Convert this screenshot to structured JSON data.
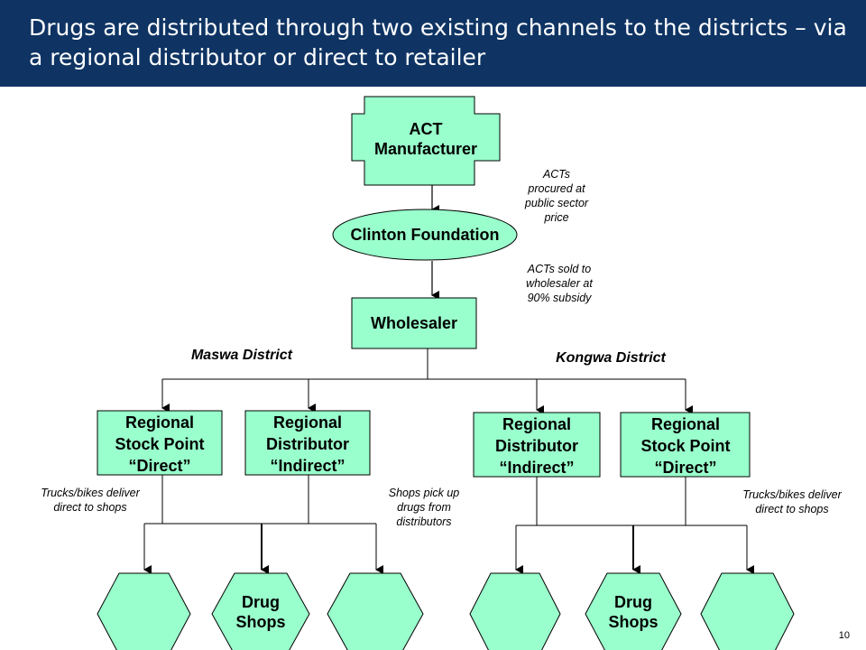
{
  "title": "Drugs are distributed through two existing channels to the districts – via a regional distributor or direct to retailer",
  "nodes": {
    "manufacturer": "ACT\nManufacturer",
    "clinton": "Clinton Foundation",
    "wholesaler": "Wholesaler",
    "maswa_stock": "Regional\nStock Point\n“Direct”",
    "maswa_dist": "Regional\nDistributor\n“Indirect”",
    "kongwa_dist": "Regional\nDistributor\n“Indirect”",
    "kongwa_stock": "Regional\nStock Point\n“Direct”",
    "drug_shops_left": "Drug\nShops",
    "drug_shops_right": "Drug\nShops"
  },
  "districts": {
    "maswa": "Maswa District",
    "kongwa": "Kongwa District"
  },
  "notes": {
    "procured": "ACTs\nprocured at\npublic sector\nprice",
    "sold": "ACTs sold to\nwholesaler at\n90% subsidy",
    "trucks_left": "Trucks/bikes deliver\ndirect to shops",
    "shops_pick": "Shops pick up\ndrugs from\ndistributors",
    "trucks_right": "Trucks/bikes deliver\ndirect to shops"
  },
  "page_number": "10",
  "colors": {
    "header": "#0f3463",
    "node_fill": "#99ffcc"
  }
}
